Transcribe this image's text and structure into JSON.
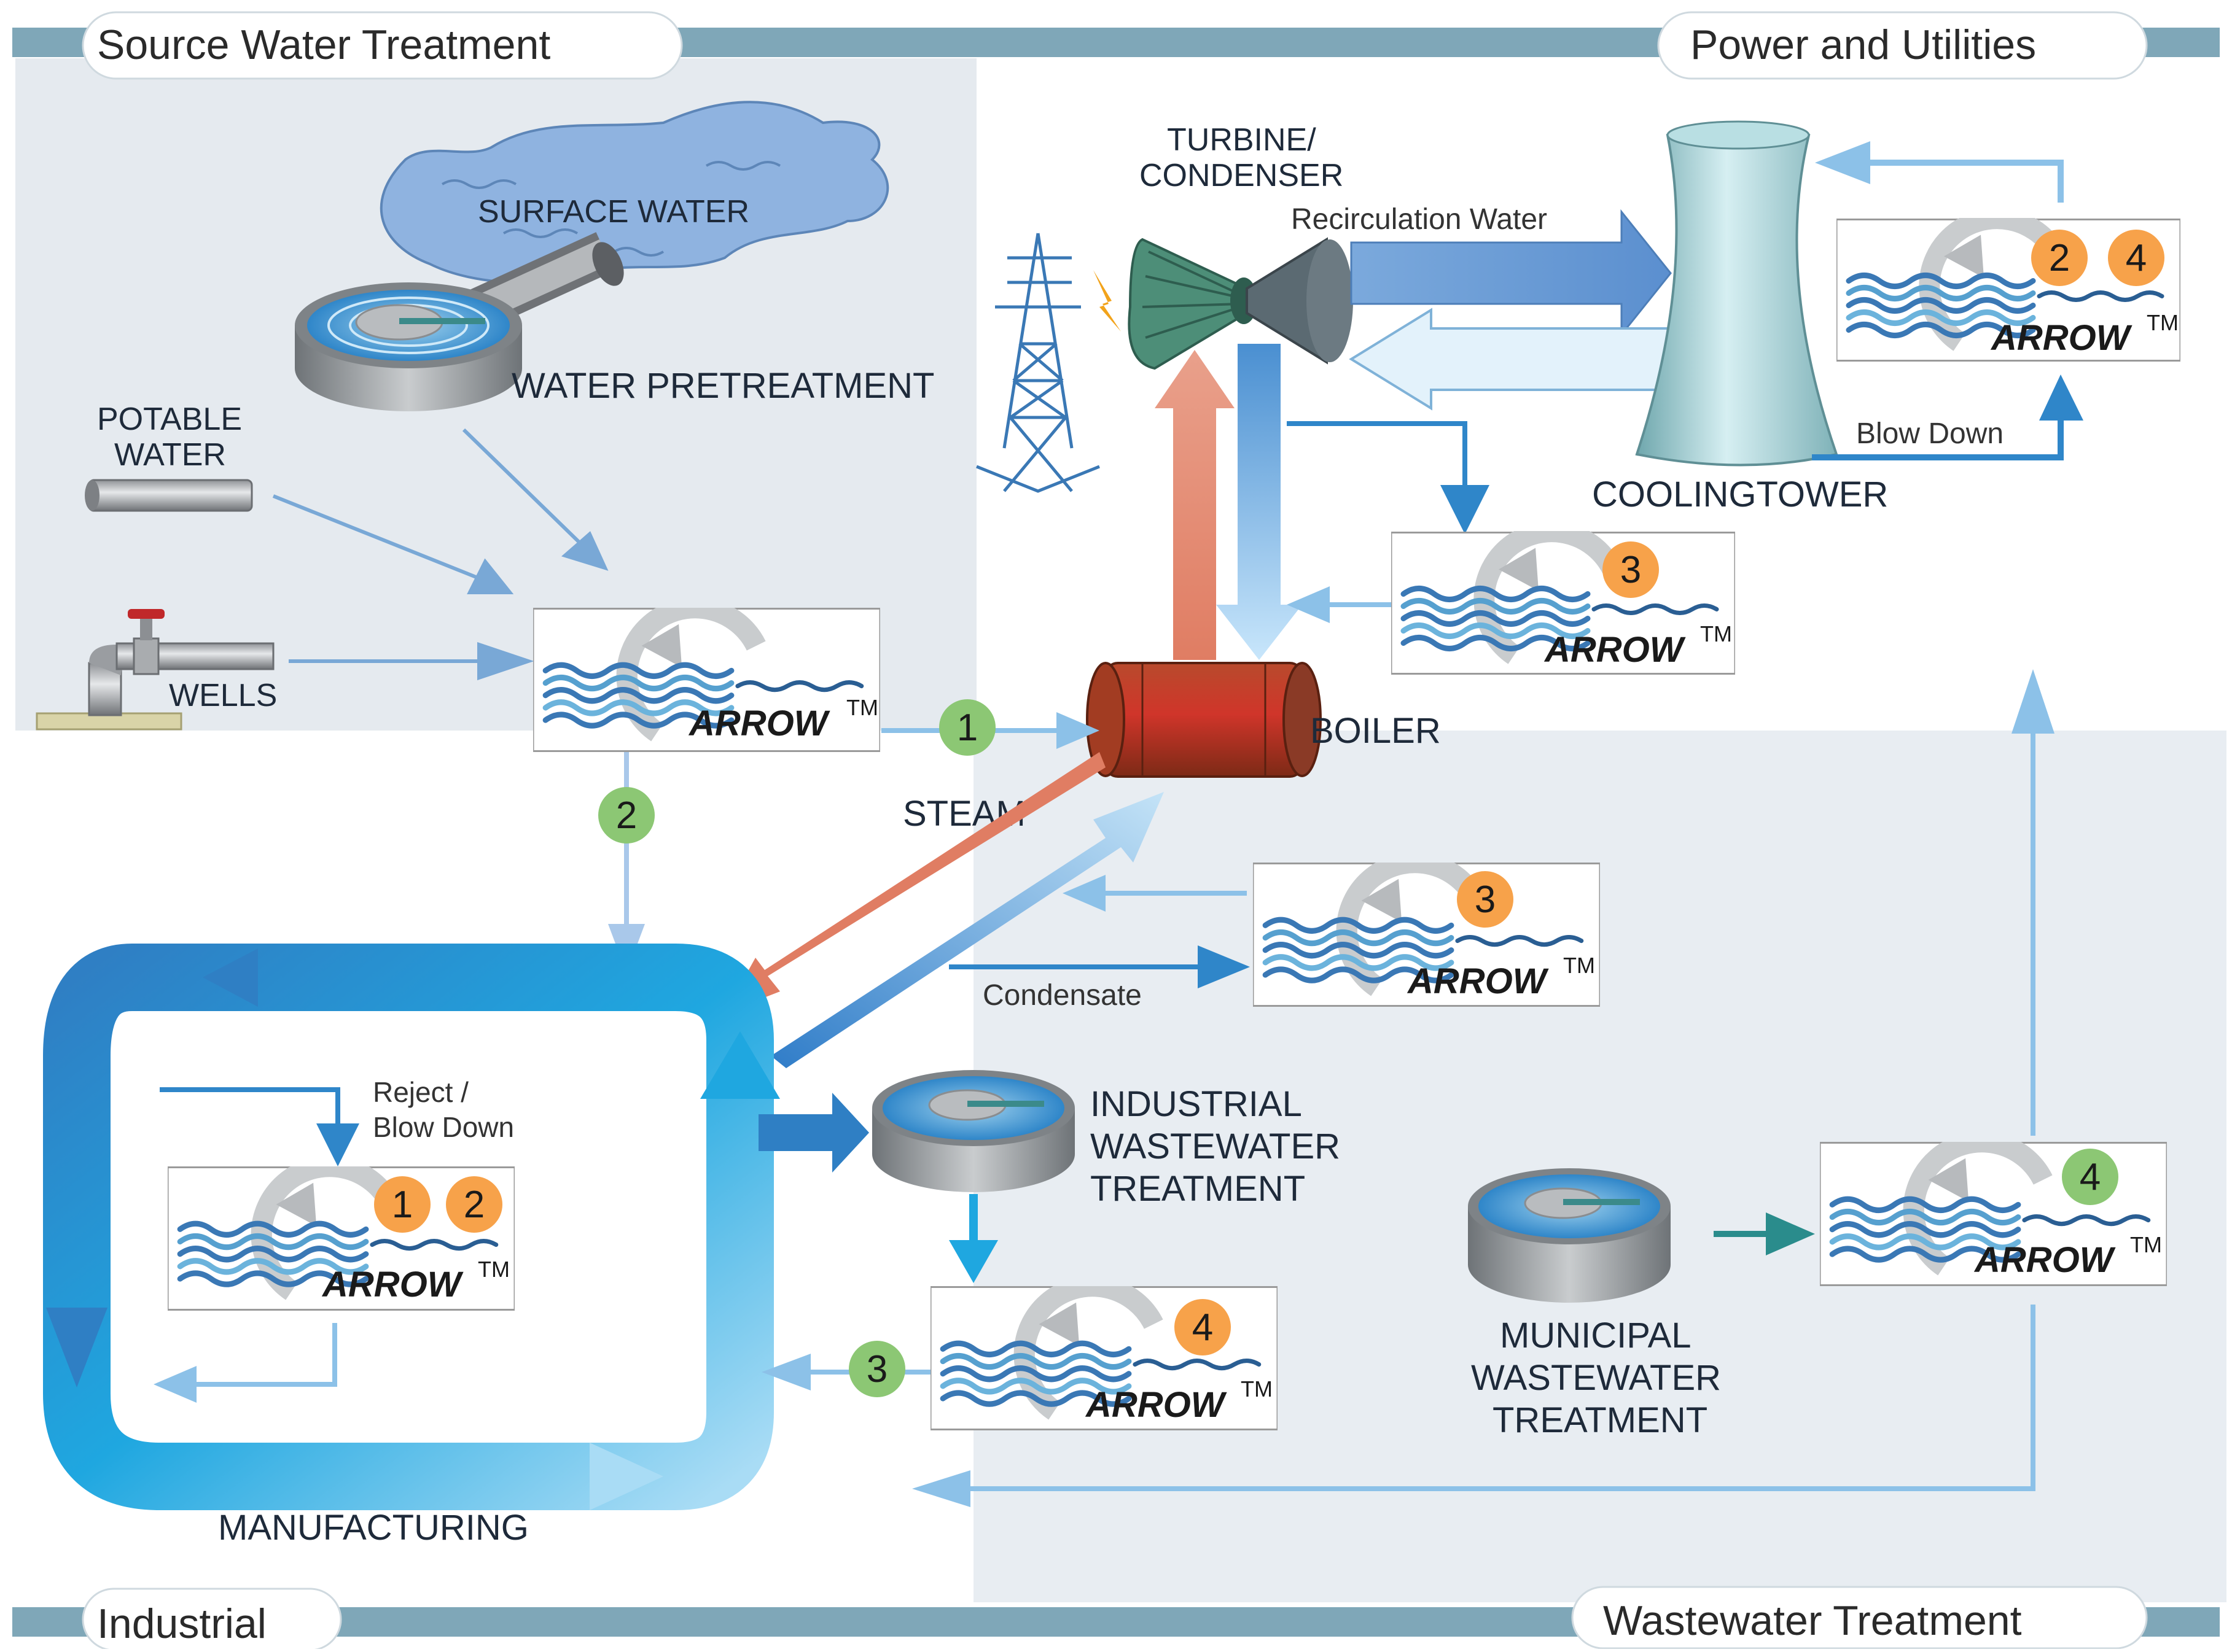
{
  "sections": {
    "source": "Source Water Treatment",
    "power": "Power and Utilities",
    "industrial": "Industrial",
    "wastewater": "Wastewater Treatment"
  },
  "labels": {
    "surface_water": "SURFACE WATER",
    "water_pretreatment": "WATER PRETREATMENT",
    "potable_water": [
      "POTABLE",
      "WATER"
    ],
    "wells": "WELLS",
    "turbine_condenser": [
      "TURBINE/",
      "CONDENSER"
    ],
    "recirculation_water": "Recirculation Water",
    "cooling_tower": "COOLINGTOWER",
    "blow_down": "Blow Down",
    "boiler": "BOILER",
    "steam": "STEAM",
    "condensate": "Condensate",
    "reject_blow_down": [
      "Reject /",
      "Blow Down"
    ],
    "industrial_wastewater": [
      "INDUSTRIAL",
      "WASTEWATER",
      "TREATMENT"
    ],
    "municipal_wastewater": [
      "MUNICIPAL",
      "WASTEWATER",
      "TREATMENT"
    ],
    "manufacturing": "MANUFACTURING"
  },
  "arrow_logo": {
    "text": "ARROW",
    "tm": "TM"
  },
  "badges": {
    "pretreat_out": "1",
    "pretreat_down": "2",
    "tower_a": "2",
    "tower_b": "4",
    "condenser": "3",
    "condensate": "3",
    "manufacturing_a": "1",
    "manufacturing_b": "2",
    "industrial_ww": "4",
    "industrial_return": "3",
    "municipal": "4"
  },
  "colors": {
    "band": "#7fa7b8",
    "orange_badge": "#f7a24a",
    "green_badge": "#8cc774",
    "steam": "#e0846a",
    "water_blue": "#2f86c9",
    "light_arrow": "#8cc1e8"
  }
}
